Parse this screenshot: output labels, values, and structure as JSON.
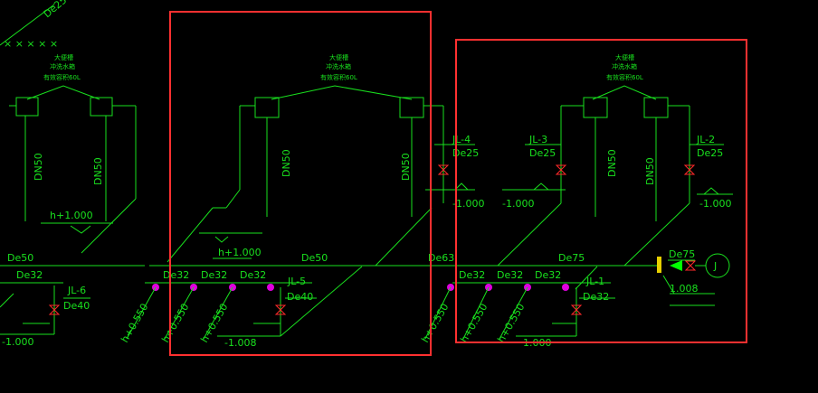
{
  "colors": {
    "line": "#19e01e",
    "valve": "#ff2a2a",
    "marker": "#e000e0",
    "frame": "#ff3030",
    "background": "#000000",
    "flow": "#00ff00",
    "gauge": "#e6d000"
  },
  "top_label": "De25",
  "tank_note": {
    "l1": "大便槽",
    "l2": "冲洗水箱",
    "l3": "有效容积60L"
  },
  "dn": "DN50",
  "elev": {
    "h1000": "h+1.000",
    "m1000": "-1.000",
    "m1008": "-1.008",
    "neg1000b": "1.000",
    "h0550": "h+0.550",
    "h0550b": "h+0.550",
    "h0550c": "h+0.550",
    "h0550d": "h+0.550",
    "h0550e": "h+0.550",
    "h0550f": "h+0.550",
    "p1008": "1.008"
  },
  "pipes": {
    "de50a": "De50",
    "de50b": "De50",
    "de63": "De63",
    "de75": "De75",
    "de75b": "De75",
    "de32": "De32",
    "de40": "De40",
    "de25": "De25"
  },
  "risers": {
    "jl1": "JL-1",
    "jl2": "JL-2",
    "jl3": "JL-3",
    "jl4": "JL-4",
    "jl5": "JL-5",
    "jl6": "JL-6"
  },
  "meter": "J"
}
